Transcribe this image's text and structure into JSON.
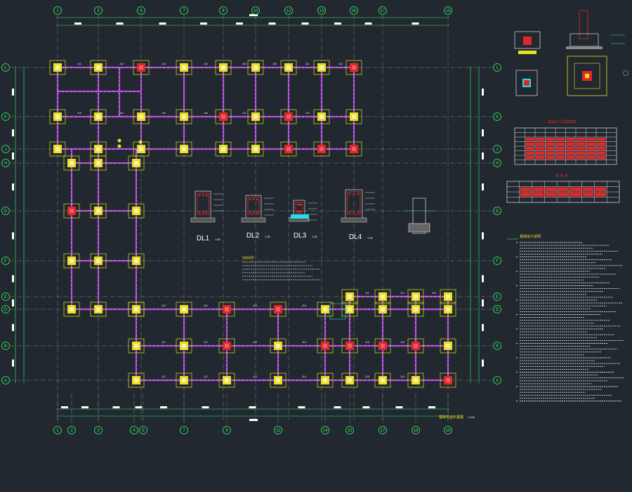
{
  "drawing": {
    "background": "#212830",
    "colors": {
      "grid": "#8a8a8a",
      "bubble": "#3cf060",
      "dim": "#3cf060",
      "beam": "#b040d8",
      "foot": "#e8e020",
      "footRed": "#e02828",
      "label": "#ffffff",
      "note": "#e8e020",
      "cyan": "#20e0f0"
    },
    "top_axes": [
      "1",
      "3",
      "6",
      "7",
      "8",
      "10",
      "12",
      "13",
      "16",
      "17",
      "19"
    ],
    "bottom_axes": [
      "1",
      "2",
      "3",
      "4",
      "5",
      "7",
      "8",
      "11",
      "14",
      "15",
      "17",
      "18",
      "19"
    ],
    "left_axes": [
      "L",
      "K",
      "J",
      "H",
      "G",
      "F",
      "E",
      "D",
      "B",
      "A"
    ],
    "right_axes": [
      "L",
      "K",
      "J",
      "H",
      "G",
      "F",
      "E",
      "D",
      "B",
      "A"
    ],
    "beam_labels": [
      "JL1",
      "JL2",
      "JL3",
      "JL4",
      "JL5",
      "JL6"
    ],
    "sections": [
      {
        "name": "DL1",
        "scale": "1:30"
      },
      {
        "name": "DL2",
        "scale": "1:30"
      },
      {
        "name": "DL3",
        "scale": "1:30"
      },
      {
        "name": "DL4",
        "scale": "1:30"
      }
    ],
    "plan_title": "基础平面布置图",
    "plan_scale": "1:100",
    "table1_title": "基础尺寸及配筋表",
    "table2_title": "构 件 表",
    "notes_title": "基础设计说明",
    "mid_notes_title": "地梁说明"
  }
}
